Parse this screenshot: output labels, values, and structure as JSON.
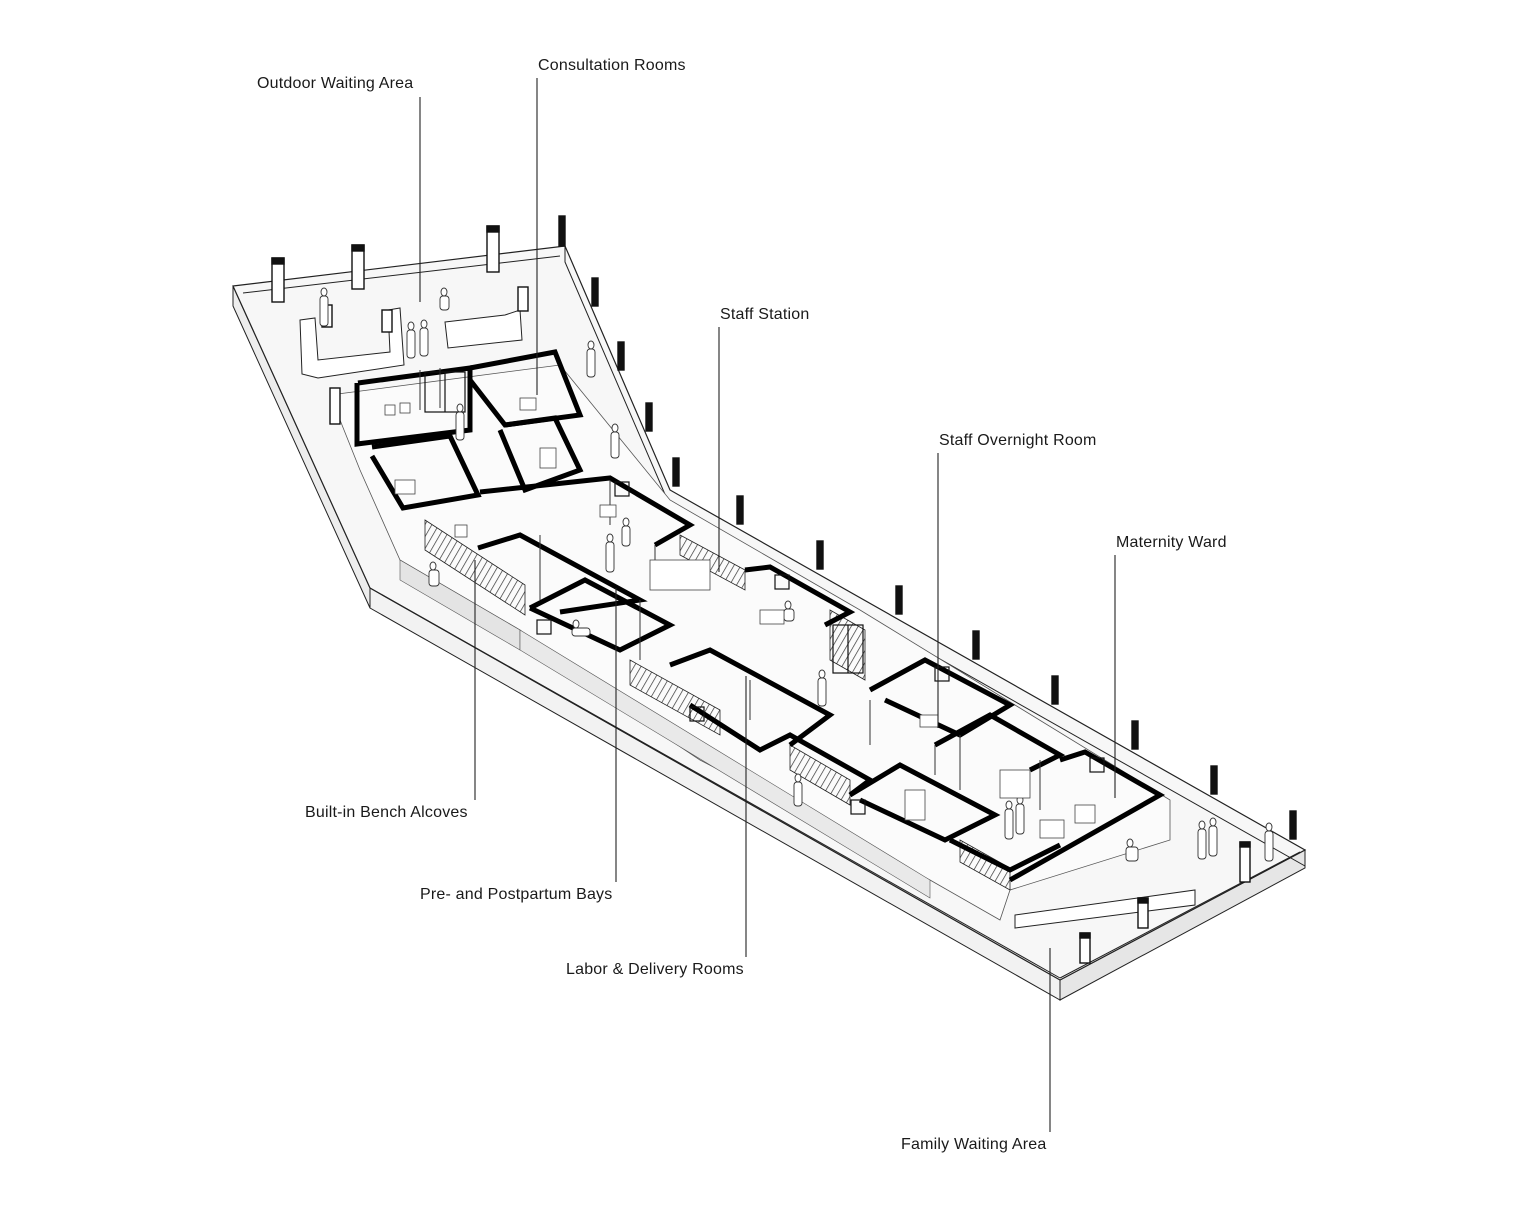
{
  "labels": {
    "outdoor_waiting": "Outdoor Waiting Area",
    "consultation": "Consultation Rooms",
    "staff_station": "Staff Station",
    "staff_overnight": "Staff Overnight Room",
    "maternity_ward": "Maternity Ward",
    "bench_alcoves": "Built-in Bench Alcoves",
    "bays": "Pre- and Postpartum Bays",
    "labor_delivery": "Labor & Delivery Rooms",
    "family_waiting": "Family Waiting Area"
  }
}
